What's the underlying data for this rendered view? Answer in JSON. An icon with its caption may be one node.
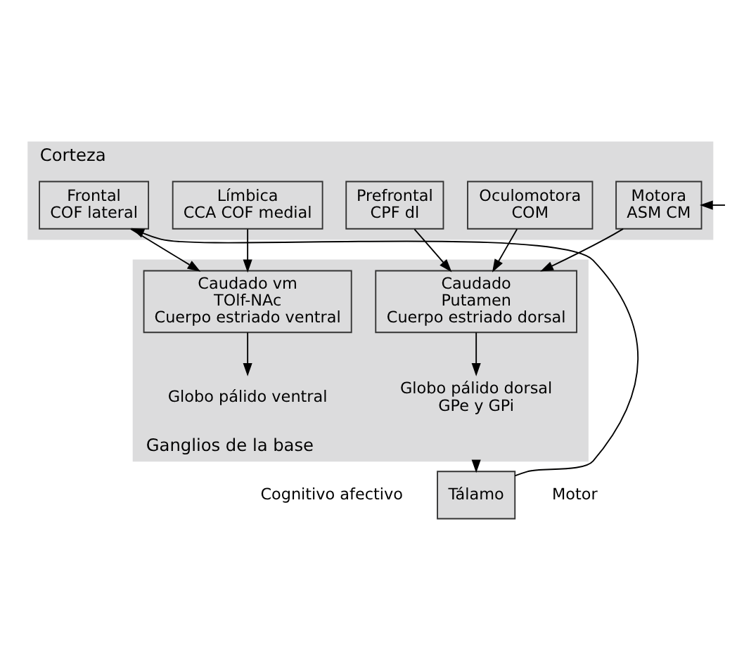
{
  "diagram": {
    "nodes": [
      {
        "text": [
          "Corteza"
        ]
      },
      {
        "text": [
          "Frontal",
          "COF lateral"
        ],
        "in": 0
      },
      {
        "text": [
          "Límbica",
          "CCA COF medial"
        ],
        "in": 0
      },
      {
        "text": [
          "Prefrontal",
          "CPF dl"
        ],
        "in": 0
      },
      {
        "text": [
          "Oculomotora",
          "COM"
        ],
        "in": 0
      },
      {
        "text": [
          "Motora",
          "ASM CM"
        ],
        "in": 0
      },
      {
        "text": [
          "Ganglios de la base"
        ]
      },
      {
        "text": [
          "Caudado vm",
          "TOlf-NAc",
          "Cuerpo estriado ventral"
        ],
        "in": 6
      },
      {
        "text": [
          "Caudado",
          "Putamen",
          "Cuerpo estriado dorsal"
        ],
        "in": 6
      },
      {
        "text": [
          "Globo pálido ventral"
        ],
        "in": 6
      },
      {
        "text": [
          "Globo pálido dorsal",
          "GPe y GPi"
        ],
        "in": 6
      },
      {
        "text": [
          "Tálamo"
        ]
      }
    ],
    "edges": [
      {
        "from": 1,
        "to": 7,
        "arrow": "to"
      },
      {
        "from": 2,
        "to": 7,
        "arrow": "to"
      },
      {
        "from": 3,
        "to": 8,
        "arrow": "to"
      },
      {
        "from": 4,
        "to": 8,
        "arrow": "to"
      },
      {
        "from": 5,
        "to": 8,
        "arrow": "to"
      },
      {
        "from": 7,
        "to": 9,
        "arrow": "to"
      },
      {
        "from": 8,
        "to": 10,
        "arrow": "to"
      },
      {
        "from": 6,
        "to": 11,
        "arrow": "to"
      },
      {
        "from": 11,
        "to": 1,
        "arrow": "to"
      },
      {
        "from": null,
        "to": 5,
        "arrow": "to"
      }
    ],
    "labels": [
      "Cognitivo afectivo",
      "Motor"
    ]
  }
}
